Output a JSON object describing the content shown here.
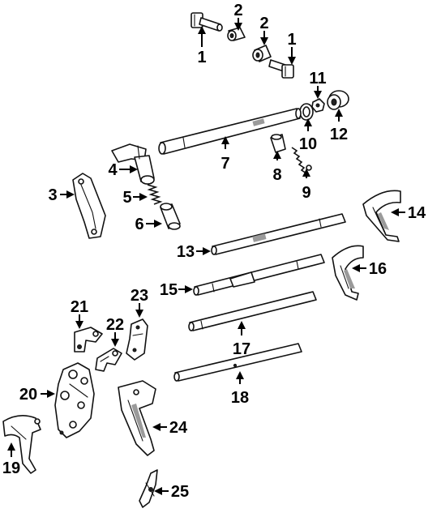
{
  "callouts": [
    {
      "id": "1a",
      "label": "1"
    },
    {
      "id": "2a",
      "label": "2"
    },
    {
      "id": "2b",
      "label": "2"
    },
    {
      "id": "1b",
      "label": "1"
    },
    {
      "id": "11",
      "label": "11"
    },
    {
      "id": "10",
      "label": "10"
    },
    {
      "id": "12",
      "label": "12"
    },
    {
      "id": "4",
      "label": "4"
    },
    {
      "id": "7",
      "label": "7"
    },
    {
      "id": "8",
      "label": "8"
    },
    {
      "id": "9",
      "label": "9"
    },
    {
      "id": "3",
      "label": "3"
    },
    {
      "id": "5",
      "label": "5"
    },
    {
      "id": "6",
      "label": "6"
    },
    {
      "id": "14",
      "label": "14"
    },
    {
      "id": "13",
      "label": "13"
    },
    {
      "id": "16",
      "label": "16"
    },
    {
      "id": "15",
      "label": "15"
    },
    {
      "id": "21",
      "label": "21"
    },
    {
      "id": "23",
      "label": "23"
    },
    {
      "id": "22",
      "label": "22"
    },
    {
      "id": "17",
      "label": "17"
    },
    {
      "id": "20",
      "label": "20"
    },
    {
      "id": "18",
      "label": "18"
    },
    {
      "id": "24",
      "label": "24"
    },
    {
      "id": "19",
      "label": "19"
    },
    {
      "id": "25",
      "label": "25"
    }
  ]
}
